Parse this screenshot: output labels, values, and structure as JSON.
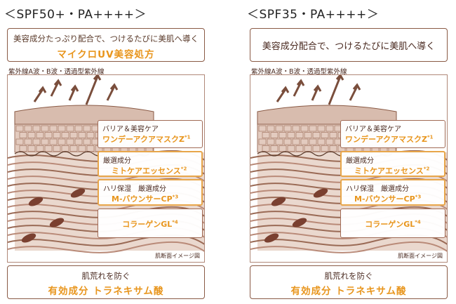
{
  "panels": [
    {
      "heading": "＜SPF50+・PA++++＞",
      "top_line1": "美容成分たっぷり配合で、つけるたびに美肌へ導く",
      "top_line2": "マイクロUV美容処方",
      "uv_label": "紫外線A波・B波・透過型紫外線",
      "labels": [
        {
          "line1": "バリア＆美容ケア",
          "line2": "ワンデーアクアマスクZ",
          "note": "*1"
        },
        {
          "line1": "厳選成分",
          "line2": "ミトケアエッセンス",
          "note": "*2"
        },
        {
          "line1": "ハリ保湿　厳選成分",
          "line2": "M-バウンサーCP",
          "note": "*3"
        },
        {
          "line1": "",
          "line2": "コラーゲンGL",
          "note": "*4"
        }
      ],
      "caption": "肌断面イメージ図",
      "bottom_line1": "肌荒れを防ぐ",
      "bottom_line2": "有効成分 トラネキサム酸"
    },
    {
      "heading": "＜SPF35・PA++++＞",
      "top_line1": "美容成分配合で、つけるたびに美肌へ導く",
      "top_line2": "",
      "uv_label": "紫外線A波・B波・透過型紫外線",
      "labels": [
        {
          "line1": "バリア＆美容ケア",
          "line2": "ワンデーアクアマスクZ",
          "note": "*1"
        },
        {
          "line1": "厳選成分",
          "line2": "ミトケアエッセンス",
          "note": "*2"
        },
        {
          "line1": "ハリ保湿　厳選成分",
          "line2": "M-バウンサーCP",
          "note": "*3"
        },
        {
          "line1": "",
          "line2": "コラーゲンGL",
          "note": "*4"
        }
      ],
      "caption": "肌断面イメージ図",
      "bottom_line1": "肌荒れを防ぐ",
      "bottom_line2": "有効成分 トラネキサム酸"
    }
  ],
  "colors": {
    "accent": "#e8951c",
    "brown": "#5a3a2a",
    "skin": "#c9a99a"
  },
  "icons": [
    "uv-arrow-icon",
    "fibroblast-icon"
  ]
}
